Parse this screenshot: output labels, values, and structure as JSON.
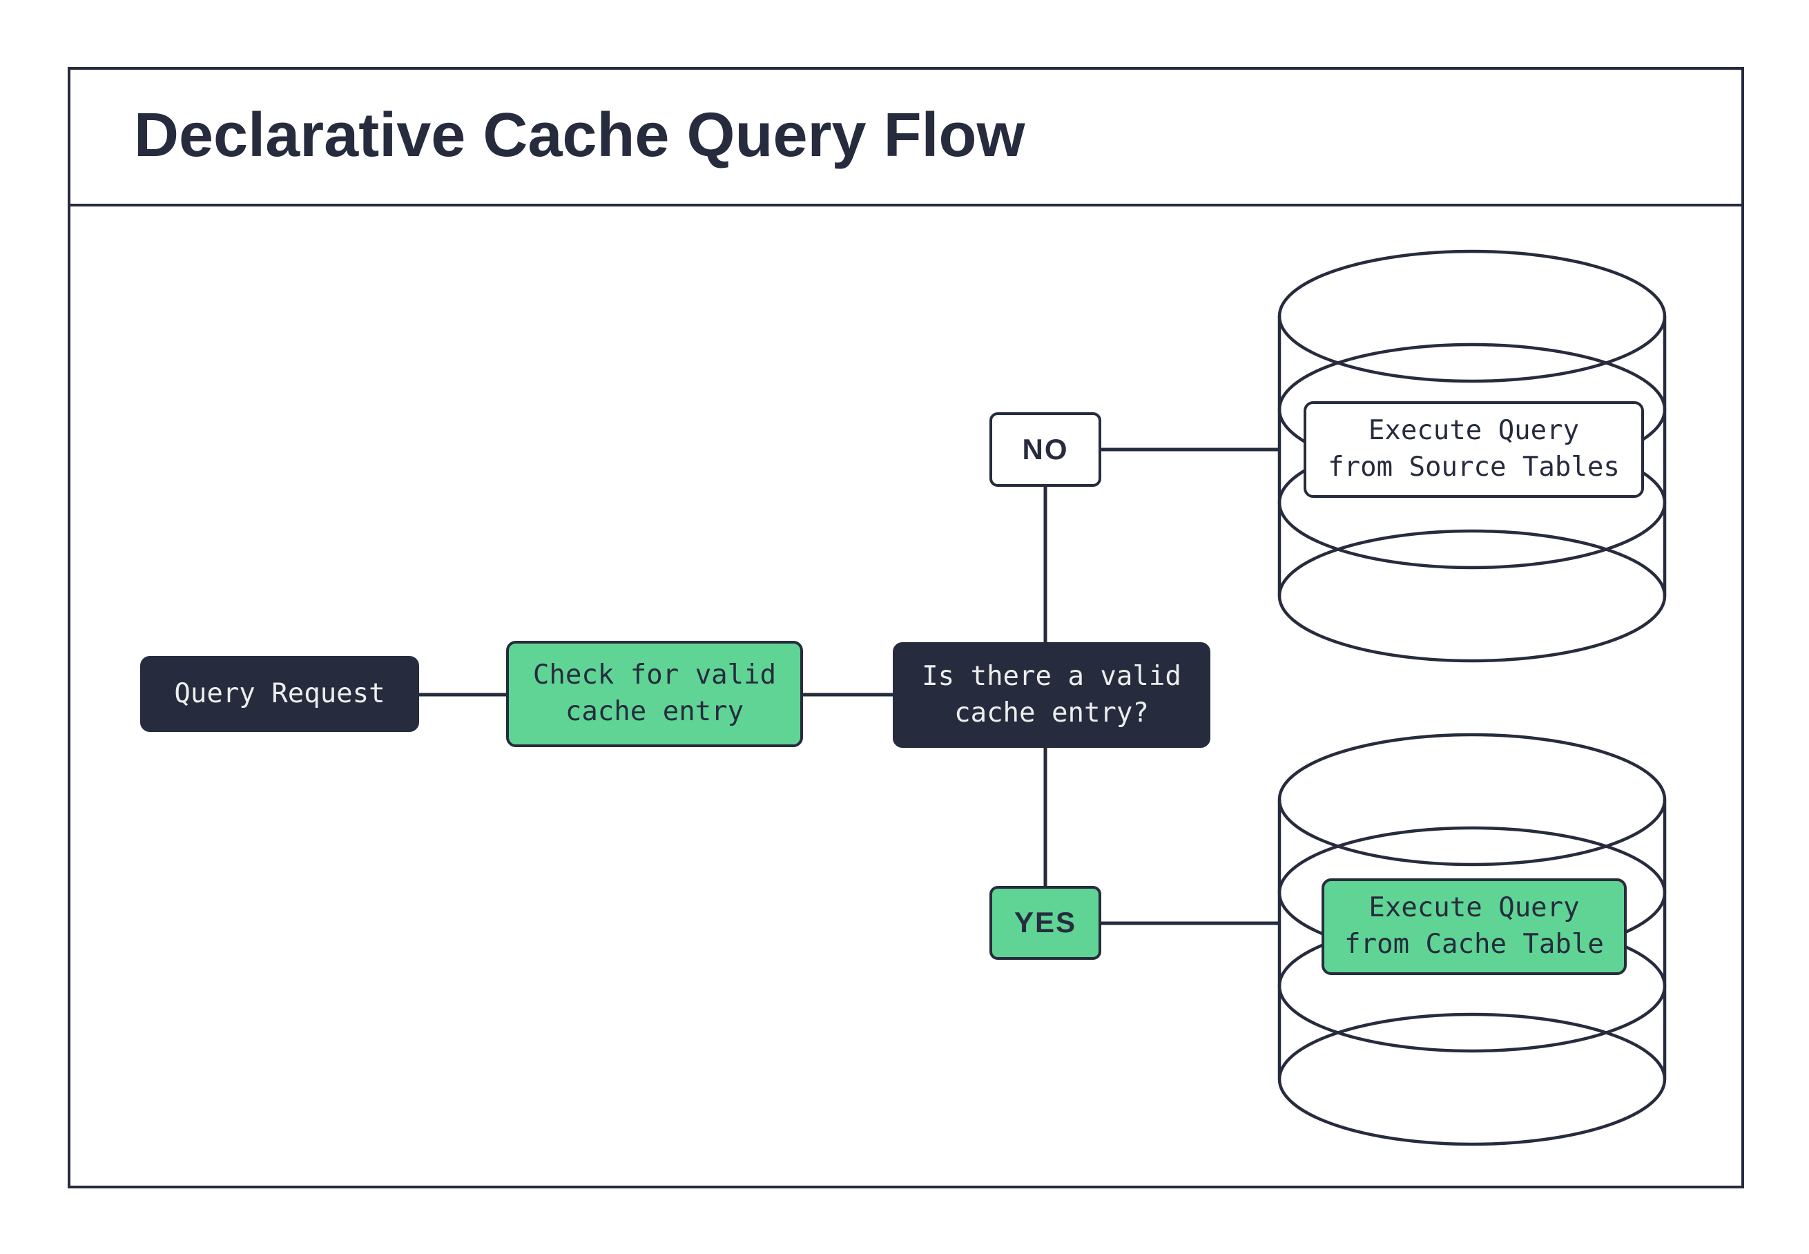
{
  "header": {
    "title": "Declarative Cache Query Flow"
  },
  "colors": {
    "navy": "#262c3d",
    "green": "#5fd495",
    "light_text": "#eceded",
    "background": "#ffffff"
  },
  "nodes": {
    "query_request": {
      "label": "Query Request"
    },
    "check_cache": {
      "label": "Check for valid\ncache entry"
    },
    "decision": {
      "label": "Is there a valid\ncache entry?"
    },
    "branch_no": {
      "label": "NO"
    },
    "branch_yes": {
      "label": "YES"
    },
    "source_db": {
      "label": "Execute Query\nfrom Source Tables"
    },
    "cache_db": {
      "label": "Execute Query\nfrom Cache Table"
    }
  }
}
